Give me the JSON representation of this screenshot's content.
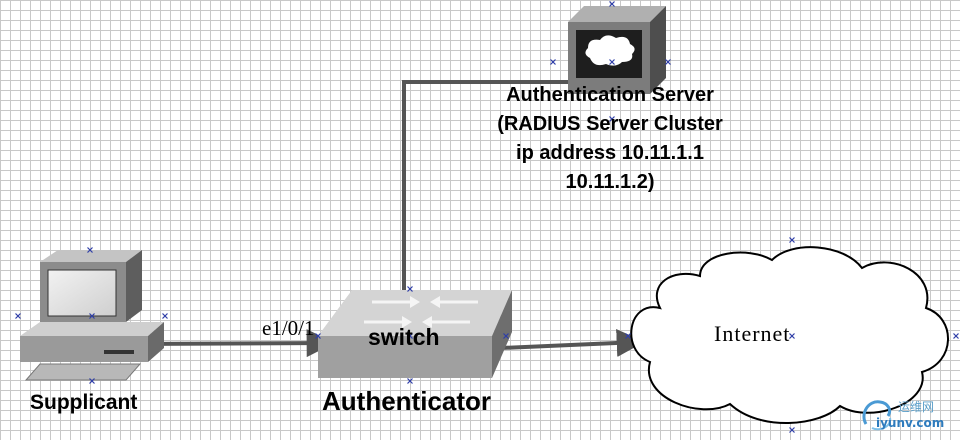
{
  "nodes": {
    "supplicant": {
      "label": "Supplicant"
    },
    "switch": {
      "label": "switch",
      "role_label": "Authenticator"
    },
    "server": {
      "lines": [
        "Authentication Server",
        "(RADIUS Server Cluster",
        "ip address 10.11.1.1",
        "10.11.1.2)"
      ]
    },
    "internet": {
      "label": "Internet"
    }
  },
  "links": {
    "port_label": "e1/0/1"
  },
  "watermark": {
    "text_cn": "运维网",
    "url": "iyunv.com"
  },
  "colors": {
    "grid": "#c8c8c8",
    "device_gray": "#a8a8a8",
    "link": "#555555"
  }
}
